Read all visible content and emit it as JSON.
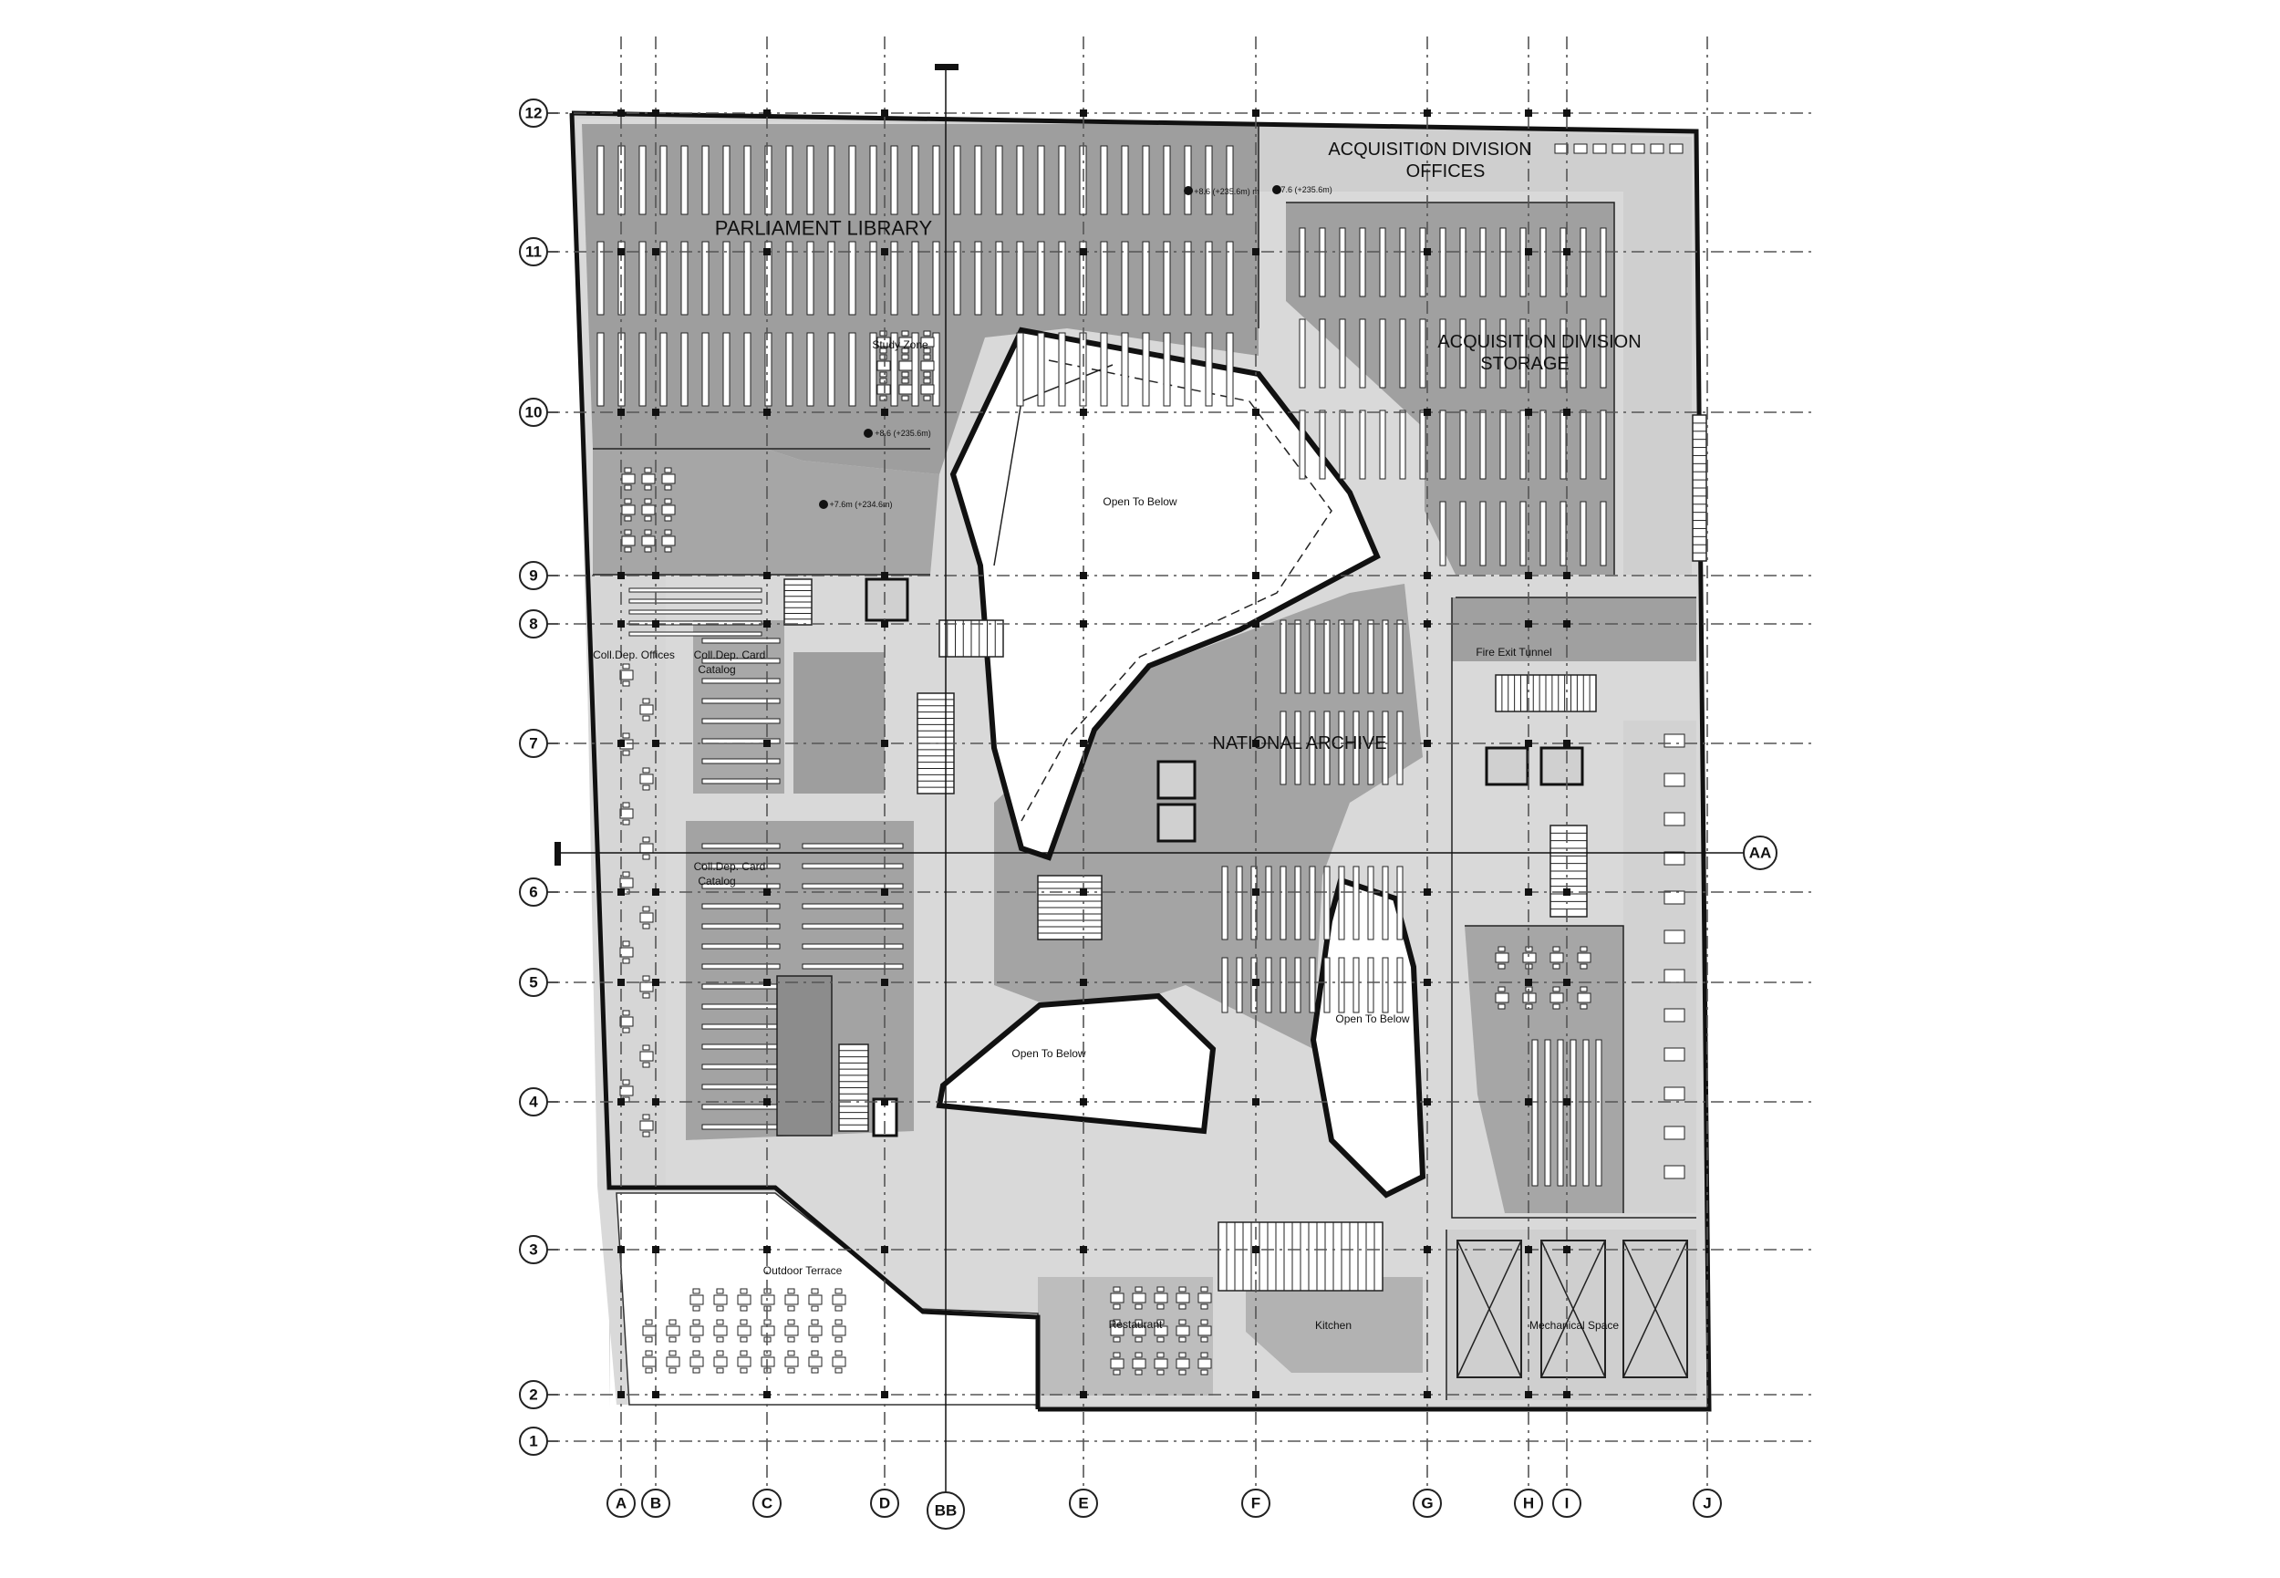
{
  "grid": {
    "rows": [
      "12",
      "11",
      "10",
      "9",
      "8",
      "7",
      "6",
      "5",
      "4",
      "3",
      "2",
      "1"
    ],
    "columns": [
      "A",
      "B",
      "C",
      "D",
      "E",
      "F",
      "G",
      "H",
      "I",
      "J"
    ]
  },
  "sections": {
    "horizontal": "AA",
    "vertical": "BB"
  },
  "rooms": {
    "parliament_library": "PARLIAMENT LIBRARY",
    "acquisition_offices_line1": "ACQUISITION DIVISION",
    "acquisition_offices_line2": "OFFICES",
    "acquisition_storage_line1": "ACQUISITION DIVISION",
    "acquisition_storage_line2": "STORAGE",
    "study_zone": "Study Zone",
    "open_below_1": "Open To Below",
    "open_below_2": "Open To Below",
    "open_below_3": "Open To Below",
    "national_archive": "NATIONAL ARCHIVE",
    "fire_exit_tunnel": "Fire Exit Tunnel",
    "coll_dep_offices": "Coll.Dep. Offices",
    "coll_dep_card_catalog_1_line1": "Coll.Dep. Card",
    "coll_dep_card_catalog_1_line2": "Catalog",
    "coll_dep_card_catalog_2_line1": "Coll.Dep. Card",
    "coll_dep_card_catalog_2_line2": "Catalog",
    "outdoor_terrace": "Outdoor Terrace",
    "restaurant": "Restaurant",
    "kitchen": "Kitchen",
    "mechanical_space": "Mechanical Space"
  },
  "levels": {
    "lvl_1": "+8.6 (+235.6m) m",
    "lvl_2": "+7.6 (+235.6m)",
    "lvl_3": "+8.6 (+235.6m)",
    "lvl_4": "+7.6m (+234.6m)"
  },
  "colors": {
    "dark_zone": "#9e9e9e",
    "mid_zone": "#c8c8c8",
    "light_zone": "#dedede",
    "ink": "#111111"
  }
}
